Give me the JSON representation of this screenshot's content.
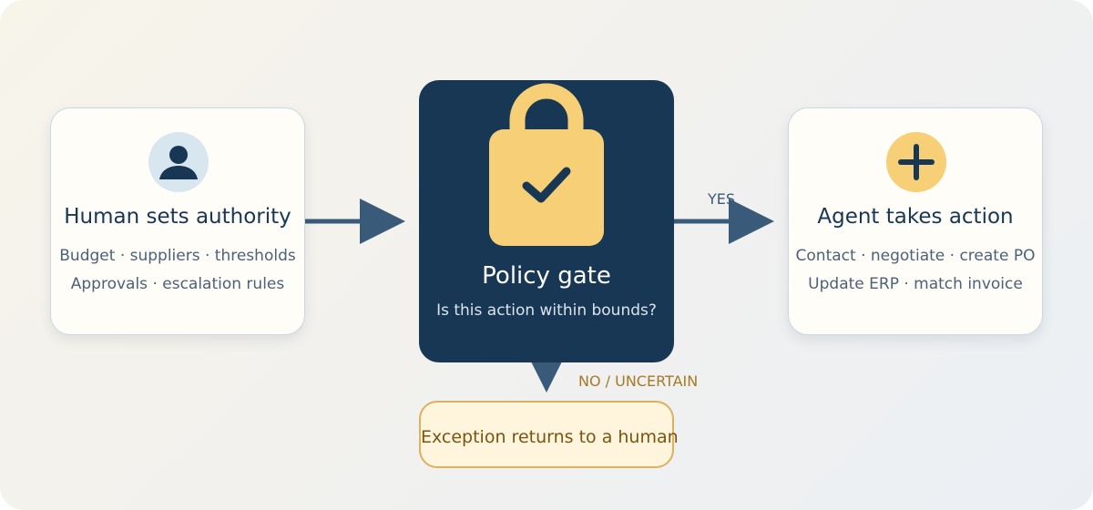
{
  "colors": {
    "navy": "#173754",
    "arrow": "#3a5a7a",
    "gold": "#f6cf76",
    "exception_fill": "#fff4dc",
    "exception_border": "#dbb160",
    "card_border": "#c9d8e2"
  },
  "nodes": {
    "human": {
      "icon": "user-icon",
      "title": "Human sets authority",
      "line1": "Budget · suppliers · thresholds",
      "line2": "Approvals · escalation rules"
    },
    "gate": {
      "icon": "lock-check-icon",
      "title": "Policy gate",
      "subtitle": "Is this action within bounds?"
    },
    "agent": {
      "icon": "plus-icon",
      "title": "Agent takes action",
      "line1": "Contact · negotiate · create PO",
      "line2": "Update ERP · match invoice"
    },
    "exception": {
      "label": "Exception returns to a human"
    }
  },
  "edges": {
    "human_to_gate": {
      "label": ""
    },
    "gate_to_agent": {
      "label": "YES"
    },
    "gate_to_exception": {
      "label": "NO / UNCERTAIN"
    }
  }
}
